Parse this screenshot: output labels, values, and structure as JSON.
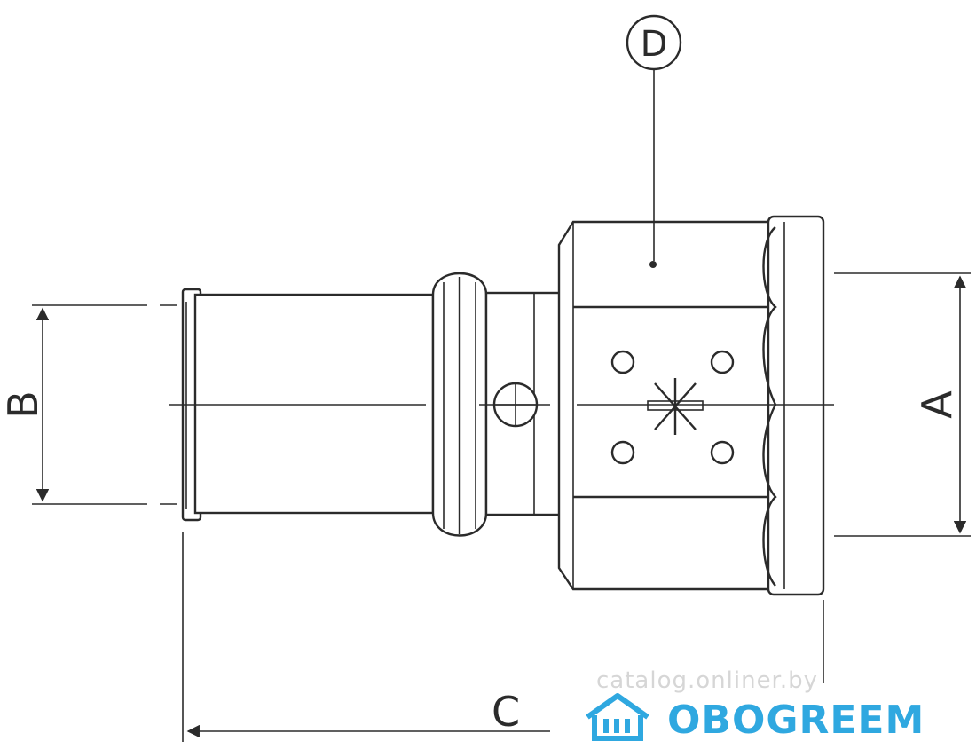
{
  "labels": {
    "A": "A",
    "B": "B",
    "C": "C",
    "D": "D"
  },
  "watermark": "catalog.onliner.by",
  "brand": {
    "name": "OBOGREEM",
    "color": "#2fa8e0",
    "icon": "house-icon"
  }
}
